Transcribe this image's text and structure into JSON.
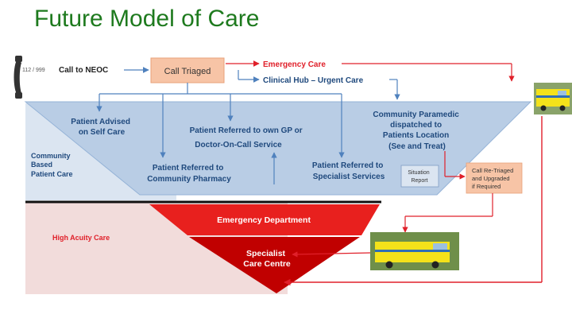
{
  "page": {
    "title": "Future Model of Care"
  },
  "header_flow": {
    "phone_numbers": "112 / 999",
    "call_label": "Call to NEOC",
    "triage_box": "Call Triaged",
    "emergency_care": "Emergency Care",
    "clinical_hub": "Clinical Hub – Urgent Care"
  },
  "zones": {
    "community": [
      "Community",
      "Based",
      "Patient Care"
    ],
    "high_acuity": "High Acuity Care"
  },
  "pathways": {
    "self_care": [
      "Patient Advised",
      "on Self Care"
    ],
    "gp": [
      "Patient Referred to own GP or",
      "Doctor-On-Call Service"
    ],
    "paramedic": [
      "Community Paramedic",
      "dispatched to",
      "Patients Location",
      "(See and Treat)"
    ],
    "pharmacy": [
      "Patient Referred to",
      "Community Pharmacy"
    ],
    "specialist": [
      "Patient Referred to",
      "Specialist  Services"
    ]
  },
  "side_boxes": {
    "situation": [
      "Situation",
      "Report"
    ],
    "retriage": [
      "Call Re-Triaged",
      "and Upgraded",
      "if Required"
    ]
  },
  "acute": {
    "ed": "Emergency Department",
    "specialist_centre": [
      "Specialist",
      "Care Centre"
    ]
  },
  "colors": {
    "title_green": "#1e7a1e",
    "triage_orange": "#f7c4a6",
    "blue_funnel": "#b9cde5",
    "community_zone": "#dbe5f1",
    "acuity_zone": "#f2dcdb",
    "ed_red": "#e8201e",
    "specialist_red": "#c00000",
    "arrow_red": "#e0202a",
    "arrow_blue": "#4f81bd"
  }
}
